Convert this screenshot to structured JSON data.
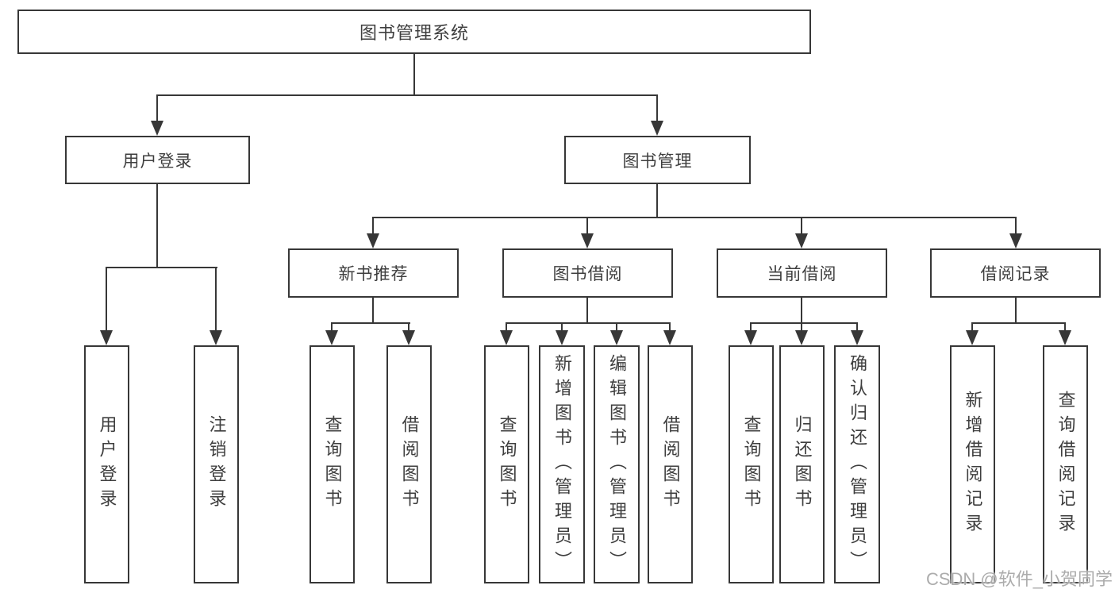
{
  "diagram": {
    "root": {
      "label": "图书管理系统"
    },
    "level2": [
      {
        "label": "用户登录"
      },
      {
        "label": "图书管理"
      }
    ],
    "level3": [
      {
        "label": "新书推荐"
      },
      {
        "label": "图书借阅"
      },
      {
        "label": "当前借阅"
      },
      {
        "label": "借阅记录"
      }
    ],
    "leaves": {
      "user_login": [
        "用户登录",
        "注销登录"
      ],
      "new_book": [
        "查询图书",
        "借阅图书"
      ],
      "borrow": [
        "查询图书",
        "新增图书（管理员）",
        "编辑图书（管理员）",
        "借阅图书"
      ],
      "current": [
        "查询图书",
        "归还图书",
        "确认归还（管理员）"
      ],
      "records": [
        "新增借阅记录",
        "查询借阅记录"
      ]
    },
    "colors": {
      "line": "#373737",
      "text": "#3e3e3e",
      "background": "#ffffff",
      "watermark": "#a3a3a3"
    }
  },
  "watermark": {
    "text": "CSDN @软件_小贺同学"
  }
}
